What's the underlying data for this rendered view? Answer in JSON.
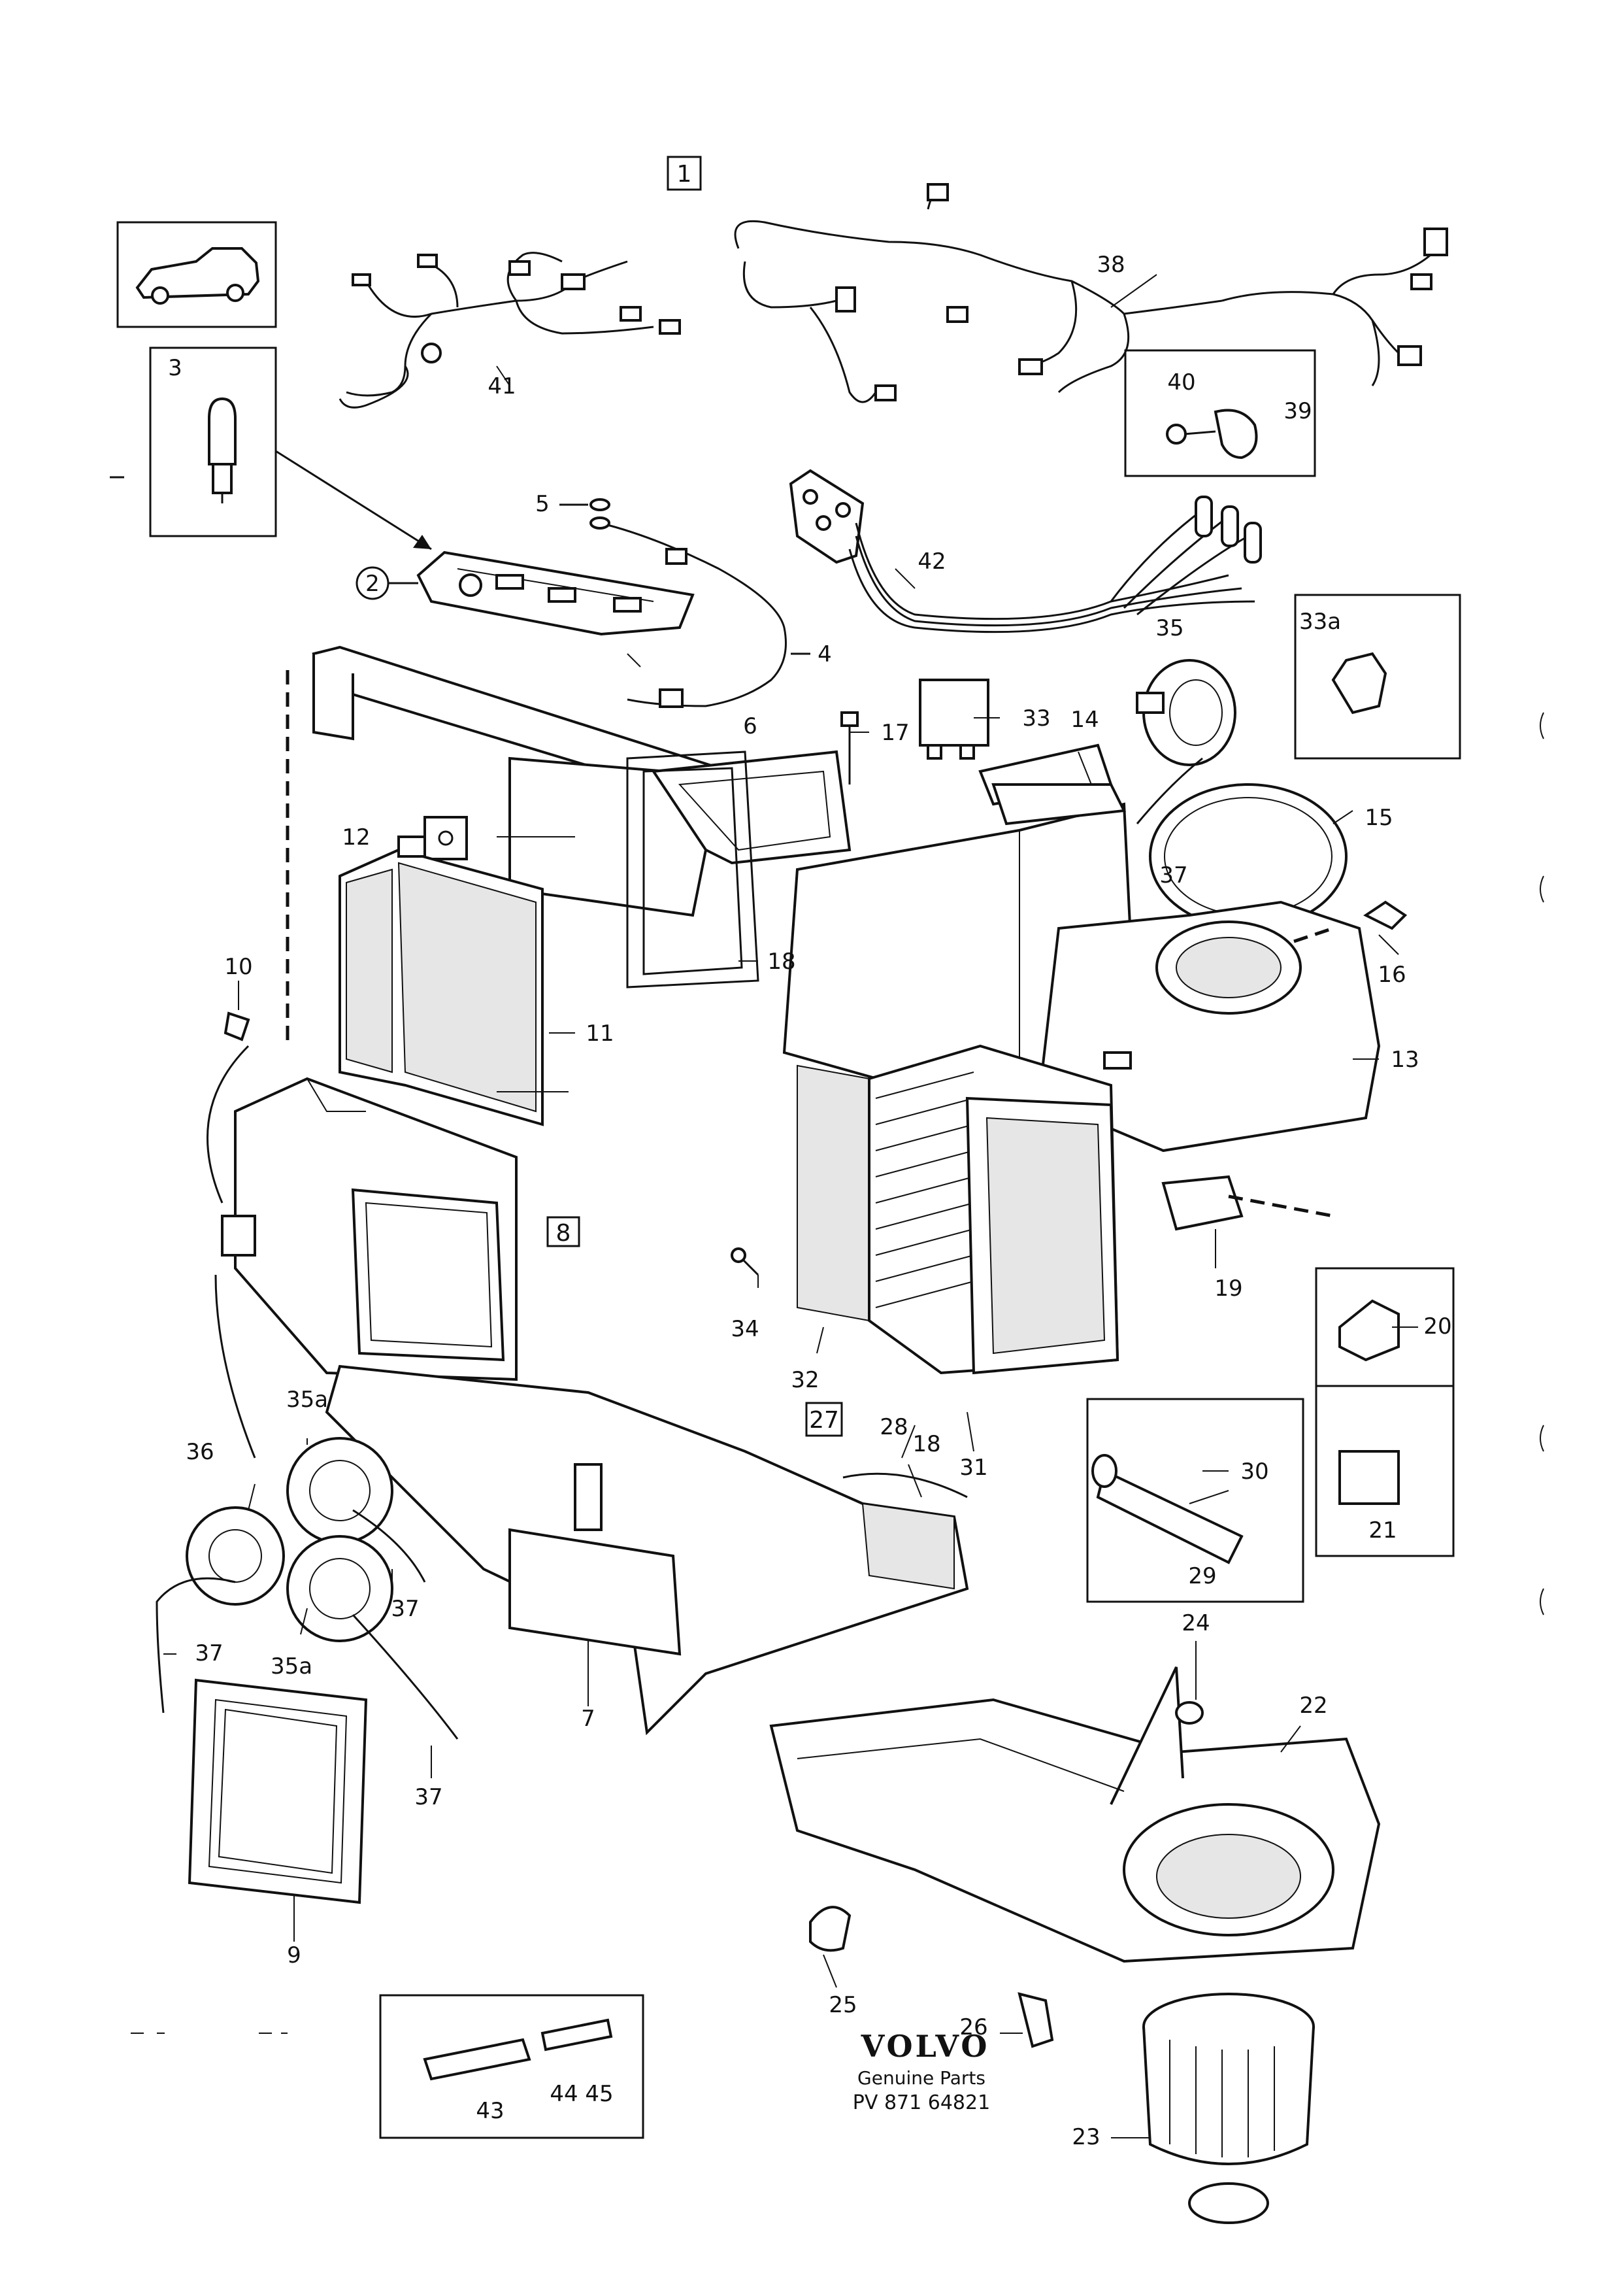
{
  "diagram": {
    "callouts": [
      {
        "id": "1",
        "text": "1",
        "boxed": true
      },
      {
        "id": "2",
        "text": "2",
        "circled": true
      },
      {
        "id": "3",
        "text": "3"
      },
      {
        "id": "4",
        "text": "4"
      },
      {
        "id": "5",
        "text": "5"
      },
      {
        "id": "6",
        "text": "6"
      },
      {
        "id": "7",
        "text": "7"
      },
      {
        "id": "8",
        "text": "8",
        "boxed": true
      },
      {
        "id": "9",
        "text": "9"
      },
      {
        "id": "10",
        "text": "10"
      },
      {
        "id": "11",
        "text": "11"
      },
      {
        "id": "12",
        "text": "12"
      },
      {
        "id": "13",
        "text": "13"
      },
      {
        "id": "14",
        "text": "14"
      },
      {
        "id": "15",
        "text": "15"
      },
      {
        "id": "16",
        "text": "16"
      },
      {
        "id": "17",
        "text": "17"
      },
      {
        "id": "18a",
        "text": "18"
      },
      {
        "id": "18b",
        "text": "18"
      },
      {
        "id": "19",
        "text": "19"
      },
      {
        "id": "20",
        "text": "20"
      },
      {
        "id": "21",
        "text": "21"
      },
      {
        "id": "22",
        "text": "22"
      },
      {
        "id": "23",
        "text": "23"
      },
      {
        "id": "24",
        "text": "24"
      },
      {
        "id": "25",
        "text": "25"
      },
      {
        "id": "26",
        "text": "26"
      },
      {
        "id": "27",
        "text": "27",
        "boxed": true
      },
      {
        "id": "28",
        "text": "28"
      },
      {
        "id": "29",
        "text": "29"
      },
      {
        "id": "30",
        "text": "30"
      },
      {
        "id": "31",
        "text": "31"
      },
      {
        "id": "32",
        "text": "32"
      },
      {
        "id": "33",
        "text": "33"
      },
      {
        "id": "33a",
        "text": "33a"
      },
      {
        "id": "34",
        "text": "34"
      },
      {
        "id": "35",
        "text": "35"
      },
      {
        "id": "35a_top",
        "text": "35a"
      },
      {
        "id": "35a_bottom",
        "text": "35a"
      },
      {
        "id": "36",
        "text": "36"
      },
      {
        "id": "37a",
        "text": "37"
      },
      {
        "id": "37b",
        "text": "37"
      },
      {
        "id": "37c",
        "text": "37"
      },
      {
        "id": "37d",
        "text": "37"
      },
      {
        "id": "38",
        "text": "38"
      },
      {
        "id": "39",
        "text": "39"
      },
      {
        "id": "40",
        "text": "40"
      },
      {
        "id": "41",
        "text": "41"
      },
      {
        "id": "42",
        "text": "42"
      },
      {
        "id": "43",
        "text": "43"
      },
      {
        "id": "44_45",
        "text": "44 45"
      }
    ]
  },
  "footer": {
    "brand": "VOLVO",
    "subtitle": "Genuine Parts",
    "part_number": "PV 871 64821"
  }
}
